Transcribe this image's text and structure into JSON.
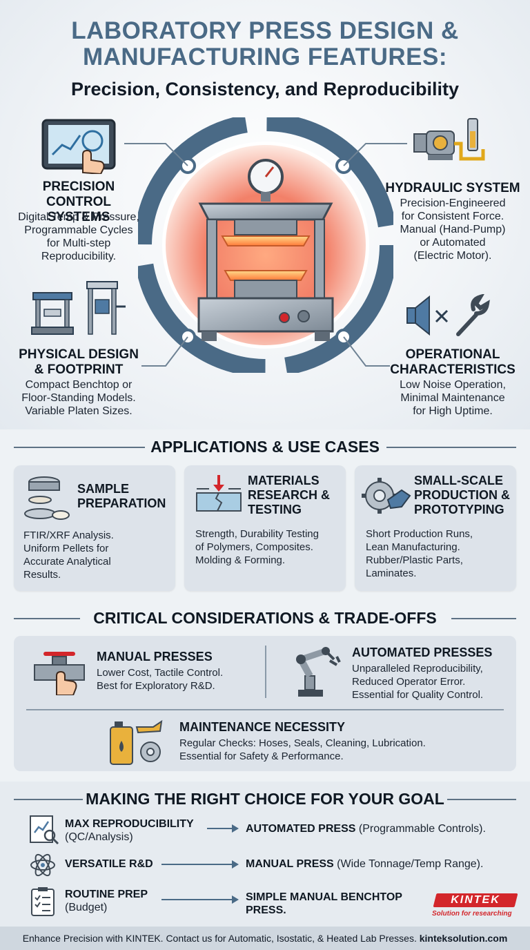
{
  "header": {
    "title_line1": "LABORATORY PRESS DESIGN &",
    "title_line2": "MANUFACTURING FEATURES:",
    "subtitle": "Precision, Consistency, and Reproducibility"
  },
  "features": {
    "precision": {
      "title1": "PRECISION",
      "title2": "CONTROL SYSTEMS",
      "desc": [
        "Digital Temp & Pressure,",
        "Programmable Cycles",
        "for Multi-step",
        "Reproducibility."
      ],
      "icon": "touchscreen-chart-icon"
    },
    "hydraulic": {
      "title": "HYDRAULIC SYSTEM",
      "desc": [
        "Precision-Engineered",
        "for Consistent Force.",
        "Manual (Hand-Pump)",
        "or Automated",
        "(Electric Motor)."
      ],
      "icon": "hydraulic-pump-icon"
    },
    "physical": {
      "title1": "PHYSICAL DESIGN",
      "title2": "& FOOTPRINT",
      "desc": [
        "Compact Benchtop or",
        "Floor-Standing Models.",
        "Variable Platen Sizes."
      ],
      "icon": "press-models-icon"
    },
    "operational": {
      "title1": "OPERATIONAL",
      "title2": "CHARACTERISTICS",
      "desc": [
        "Low Noise Operation,",
        "Minimal Maintenance",
        "for High Uptime."
      ],
      "icon": "mute-wrench-icon"
    }
  },
  "applications": {
    "heading": "APPLICATIONS & USE CASES",
    "cards": [
      {
        "title": [
          "SAMPLE",
          "PREPARATION"
        ],
        "desc": [
          "FTIR/XRF Analysis.",
          "Uniform Pellets for",
          "Accurate Analytical",
          "Results."
        ],
        "icon": "pellet-sample-icon"
      },
      {
        "title": [
          "MATERIALS",
          "RESEARCH &",
          "TESTING"
        ],
        "desc": [
          "Strength, Durability Testing",
          "of Polymers, Composites.",
          "Molding & Forming."
        ],
        "icon": "material-fracture-icon"
      },
      {
        "title": [
          "SMALL-SCALE",
          "PRODUCTION &",
          "PROTOTYPING"
        ],
        "desc": [
          "Short Production Runs,",
          "Lean Manufacturing.",
          "Rubber/Plastic Parts,",
          "Laminates."
        ],
        "icon": "gear-part-icon"
      }
    ]
  },
  "considerations": {
    "heading": "CRITICAL CONSIDERATIONS & TRADE-OFFS",
    "manual": {
      "title": "MANUAL PRESSES",
      "desc": [
        "Lower Cost, Tactile Control.",
        "Best for Exploratory R&D."
      ],
      "icon": "valve-hand-icon"
    },
    "automated": {
      "title": "AUTOMATED PRESSES",
      "desc": [
        "Unparalleled Reproducibility,",
        "Reduced Operator Error.",
        "Essential for Quality Control."
      ],
      "icon": "robot-arm-icon"
    },
    "maintenance": {
      "title": "MAINTENANCE NECESSITY",
      "desc": [
        "Regular Checks: Hoses, Seals, Cleaning, Lubrication.",
        "Essential for Safety & Performance."
      ],
      "icon": "oil-gear-icon"
    }
  },
  "choice": {
    "heading": "MAKING THE RIGHT CHOICE FOR YOUR GOAL",
    "rows": [
      {
        "goal": "MAX REPRODUCIBILITY",
        "goal_sub": "(QC/Analysis)",
        "pick": "AUTOMATED PRESS",
        "pick_sub": " (Programmable Controls).",
        "icon": "report-magnifier-icon"
      },
      {
        "goal": "VERSATILE R&D",
        "goal_sub": "",
        "pick": "MANUAL PRESS",
        "pick_sub": " (Wide Tonnage/Temp Range).",
        "icon": "atom-icon"
      },
      {
        "goal": "ROUTINE PREP",
        "goal_sub": "(Budget)",
        "pick": "SIMPLE MANUAL BENCHTOP",
        "pick_sub": "PRESS.",
        "icon": "checklist-icon"
      }
    ]
  },
  "brand": {
    "logo": "KINTEK",
    "tagline": "Solution for researching",
    "color": "#d3262b"
  },
  "footer": {
    "text": "Enhance Precision with KINTEK. Contact us for Automatic, Isostatic, & Heated Lab Presses.",
    "link": "kinteksolution.com"
  },
  "colors": {
    "title": "#4a6a86",
    "ring": "#4a6a86",
    "card": "#dde3ea",
    "accent": "#d3262b"
  }
}
